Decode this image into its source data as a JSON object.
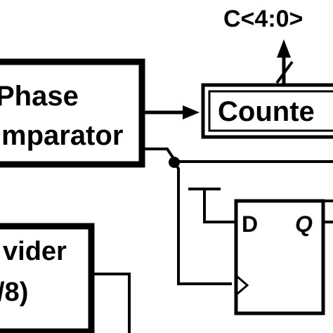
{
  "diagram": {
    "phase_comparator": {
      "line1": "Phase",
      "line2": "mparator"
    },
    "counter": {
      "label": "Counte"
    },
    "divider": {
      "line1": "vider",
      "line2": "/8)"
    },
    "flipflop": {
      "d_label": "D",
      "q_label": "Q"
    },
    "output_bus": {
      "label": "C<4:0>"
    }
  },
  "colors": {
    "stroke": "#000000",
    "background": "#ffffff"
  }
}
